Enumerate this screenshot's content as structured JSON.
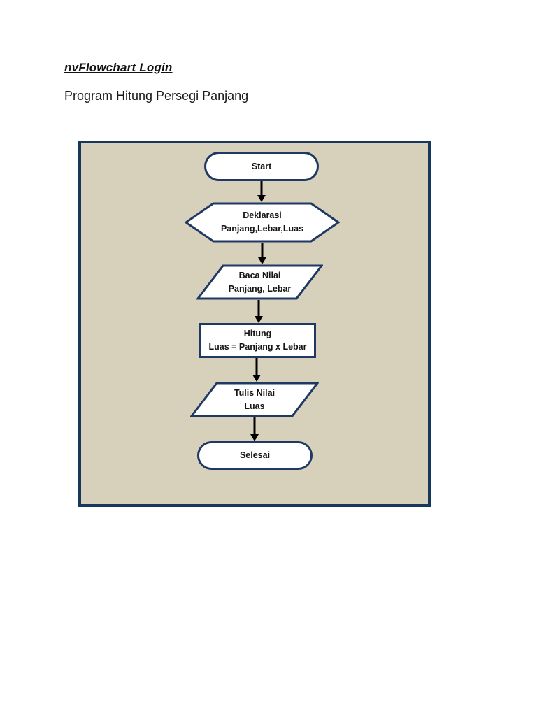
{
  "page": {
    "title": "nvFlowchart Login",
    "subtitle": "Program Hitung Persegi Panjang"
  },
  "colors": {
    "canvas_bg": "#d7d1bc",
    "canvas_border": "#17375d",
    "shape_border": "#1f3864",
    "shape_fill": "#ffffff",
    "arrow": "#000000",
    "text": "#1c1c1c"
  },
  "flowchart": {
    "nodes": [
      {
        "id": "start",
        "type": "terminator",
        "lines": [
          "Start"
        ]
      },
      {
        "id": "deklarasi",
        "type": "preparation",
        "lines": [
          "Deklarasi",
          "Panjang,Lebar,Luas"
        ]
      },
      {
        "id": "baca",
        "type": "input",
        "lines": [
          "Baca Nilai",
          "Panjang, Lebar"
        ]
      },
      {
        "id": "hitung",
        "type": "process",
        "lines": [
          "Hitung",
          "Luas = Panjang x Lebar"
        ]
      },
      {
        "id": "tulis",
        "type": "output",
        "lines": [
          "Tulis Nilai",
          "Luas"
        ]
      },
      {
        "id": "selesai",
        "type": "terminator",
        "lines": [
          "Selesai"
        ]
      }
    ]
  }
}
